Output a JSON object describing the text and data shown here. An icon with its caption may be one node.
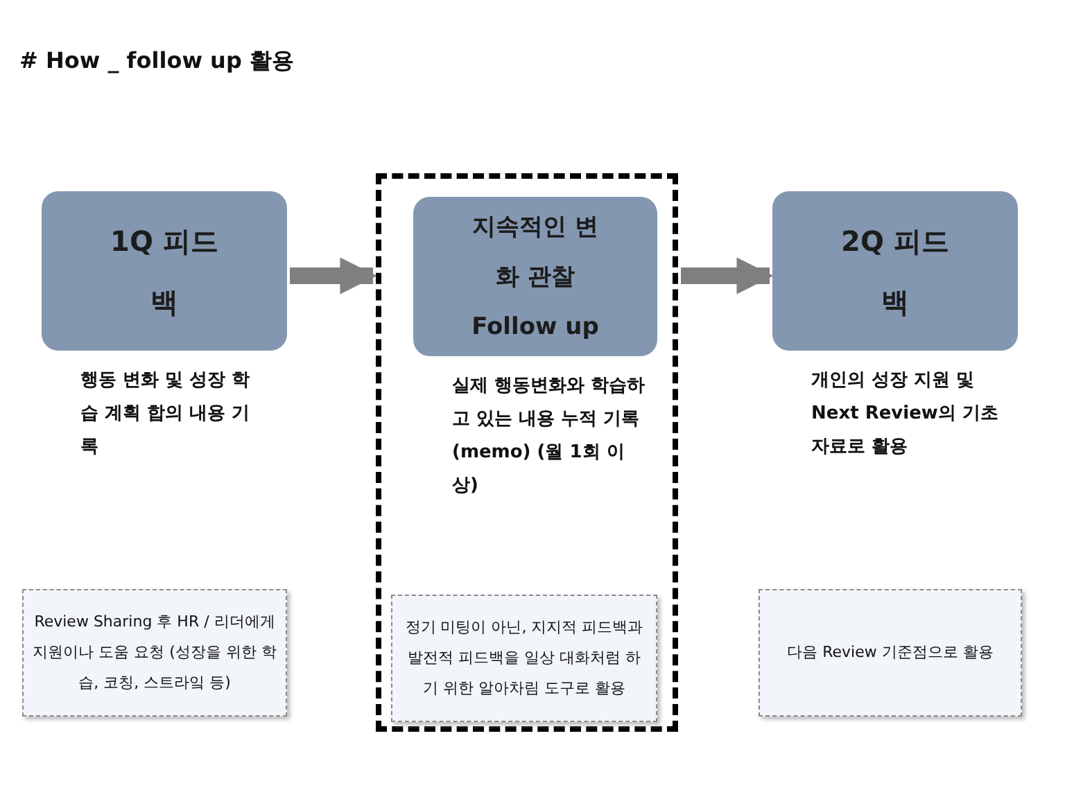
{
  "diagram": {
    "title": "# How _ follow up 활용",
    "nodes": [
      {
        "text": [
          "1Q 피드백"
        ],
        "beside": [
          "행동 변화 및 성장 학습 계획 합의 내용 기록"
        ]
      },
      {
        "text": [],
        "shape": "box"
      },
      {
        "text": [
          "지속적인 변화 관찰 Follow up"
        ],
        "in": 1,
        "beside": [
          "실제 행동변화와 학습하고 있는 내용 누적 기록 (memo) (월 1회 이상)"
        ]
      },
      {
        "text": [
          "2Q 피드백"
        ],
        "beside": [
          "개인의 성장 지원 및 Next Review의 기초 자료로 활용"
        ]
      },
      {
        "text": [
          "Review Sharing 후 HR / 리더에게 지원이나 도움 요청 (성장을 위한 학습, 코칭, 스트라잌 등)"
        ]
      },
      {
        "text": [
          "정기 미팅이 아닌, 지지적 피드백과 발전적 피드백을 일상 대화처럼 하기 위한 알아차림 도구로 활용"
        ],
        "in": 1
      },
      {
        "text": [
          "다음 Review 기준점으로 활용"
        ]
      }
    ],
    "edges": [
      {
        "from": 0,
        "to": 1,
        "arrow": "to"
      },
      {
        "from": 1,
        "to": 3,
        "arrow": "to"
      }
    ]
  }
}
